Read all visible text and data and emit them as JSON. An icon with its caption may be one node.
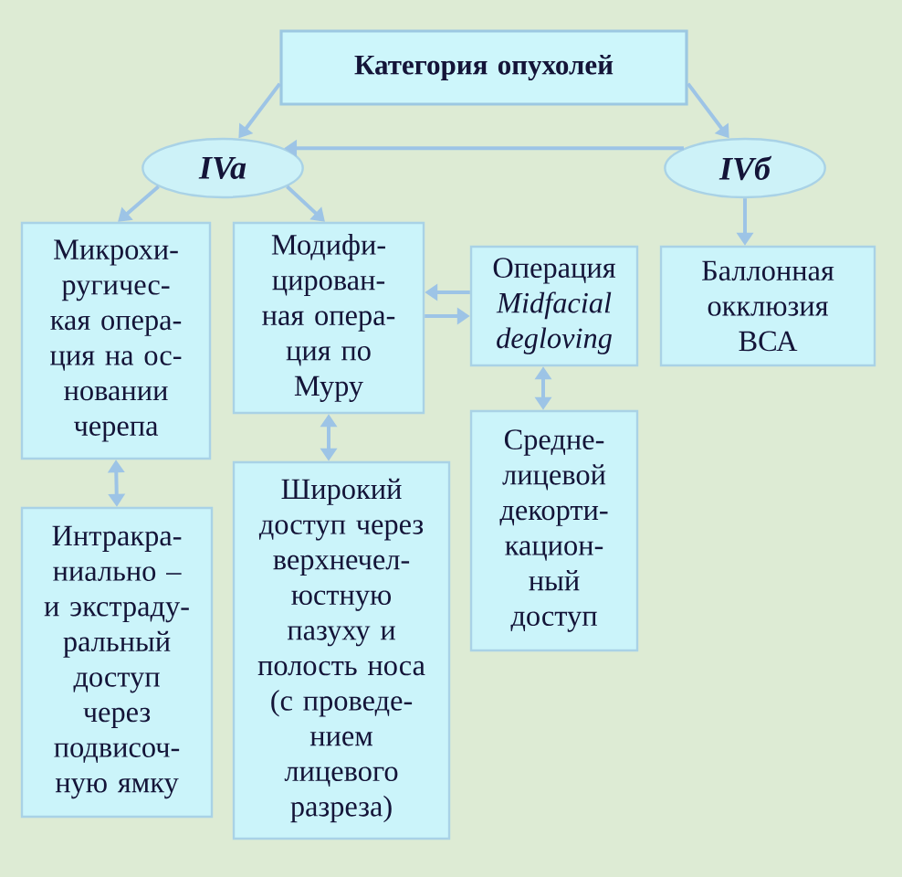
{
  "diagram": {
    "nodes": [
      {
        "text": [
          "Категория опухолей"
        ]
      },
      {
        "text": [
          "IVa"
        ]
      },
      {
        "text": [
          "IVб"
        ]
      },
      {
        "text": [
          "Микрохи- ругичес- кая опера- ция на ос- новании черепа"
        ]
      },
      {
        "text": [
          "Модифи- цирован- ная опера- ция по Муру"
        ]
      },
      {
        "text": [
          "Операция *Midfacial degloving*"
        ]
      },
      {
        "text": [
          "Баллонная окклюзия ВСА"
        ]
      },
      {
        "text": [
          "Интракра- ниально – и экстраду- ральный доступ через подвисоч- ную ямку"
        ]
      },
      {
        "text": [
          "Широкий доступ через верхнечел- юстную пазуху и полость носа (с проведе- нием лицевого разреза)"
        ]
      },
      {
        "text": [
          "Средне- лицевой декорти- кацион- ный доступ"
        ]
      }
    ],
    "edges": [
      {
        "from": 0,
        "to": 1,
        "arrow": "to"
      },
      {
        "from": 0,
        "to": 2,
        "arrow": "to"
      },
      {
        "from": 2,
        "to": 1,
        "arrow": "to"
      },
      {
        "from": 1,
        "to": 3,
        "arrow": "to"
      },
      {
        "from": 1,
        "to": 4,
        "arrow": "to"
      },
      {
        "from": 2,
        "to": 6,
        "arrow": "to"
      },
      {
        "from": 5,
        "to": 4,
        "arrow": "to"
      },
      {
        "from": 4,
        "to": 5,
        "arrow": "to"
      },
      {
        "from": 3,
        "to": 7,
        "arrow": "both"
      },
      {
        "from": 4,
        "to": 8,
        "arrow": "both"
      },
      {
        "from": 5,
        "to": 9,
        "arrow": "both"
      }
    ]
  }
}
